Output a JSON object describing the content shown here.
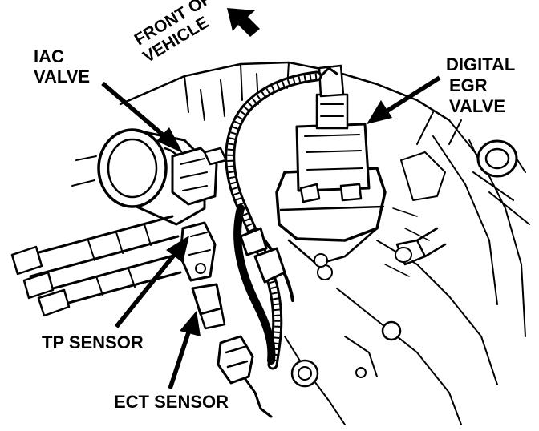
{
  "diagram": {
    "labels": {
      "iac_valve": [
        "IAC",
        "VALVE"
      ],
      "front_of_vehicle": [
        "FRONT OF",
        "VEHICLE"
      ],
      "digital_egr_valve": [
        "DIGITAL",
        "EGR",
        "VALVE"
      ],
      "tp_sensor": "TP SENSOR",
      "ect_sensor": "ECT SENSOR"
    },
    "colors": {
      "ink": "#000000",
      "paper": "#ffffff"
    },
    "icons": {
      "front_direction": "filled-arrow-pointing-up-left"
    }
  }
}
